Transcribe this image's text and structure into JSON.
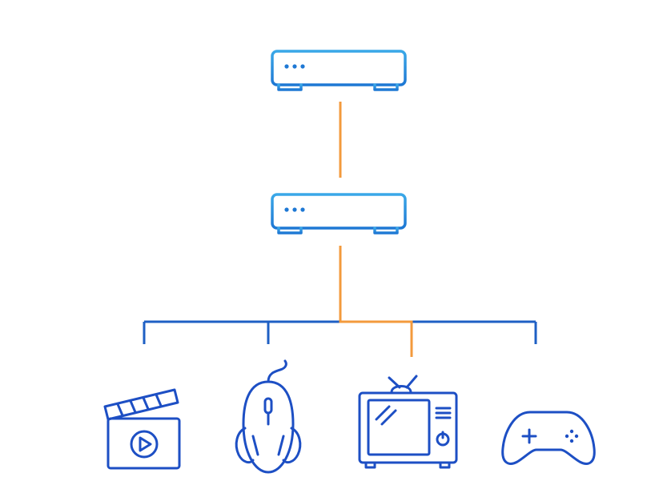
{
  "colors": {
    "background": "#ffffff",
    "router_light": "#3aa8e8",
    "router_dark": "#1e78d4",
    "bus_line": "#1e5fc4",
    "active_link": "#f39a3c",
    "device_stroke": "#1d4fc4"
  },
  "nodes": [
    {
      "id": "router",
      "icon": "wifi-router-icon"
    },
    {
      "id": "modem",
      "icon": "modem-icon"
    },
    {
      "id": "media",
      "icon": "clapperboard-play-icon"
    },
    {
      "id": "mouse",
      "icon": "gaming-mouse-icon"
    },
    {
      "id": "tv",
      "icon": "retro-tv-icon"
    },
    {
      "id": "gamepad",
      "icon": "gamepad-icon"
    }
  ],
  "links": [
    {
      "from": "router",
      "to": "modem",
      "state": "active"
    },
    {
      "from": "modem",
      "to": "tv",
      "state": "active"
    },
    {
      "from": "modem",
      "to": "media",
      "state": "inactive"
    },
    {
      "from": "modem",
      "to": "mouse",
      "state": "inactive"
    },
    {
      "from": "modem",
      "to": "gamepad",
      "state": "inactive"
    }
  ]
}
